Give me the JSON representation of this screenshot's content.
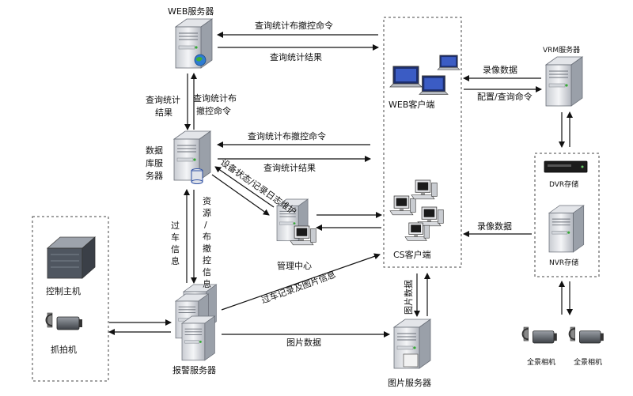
{
  "nodes": {
    "web_server": "WEB服务器",
    "db_server": [
      "数据",
      "库服",
      "务器"
    ],
    "mgmt_center": "管理中心",
    "web_client": "WEB客户端",
    "cs_client": "CS客户端",
    "vrm_server": "VRM服务器",
    "dvr_storage": "DVR存储",
    "nvr_storage": "NVR存储",
    "control_host": "控制主机",
    "capture_machine": "抓拍机",
    "alarm_server": "报警服务器",
    "picture_server": "图片服务器",
    "panorama_camera_1": "全景相机",
    "panorama_camera_2": "全景相机"
  },
  "edges": {
    "web_cmd": "查询统计布撤控命令",
    "web_result": "查询统计结果",
    "web_db_left": [
      "查询统计",
      "结果"
    ],
    "web_db_right": [
      "查询统计布",
      "撤控命令"
    ],
    "db_cmd": "查询统计布撤控命令",
    "db_result": "查询统计结果",
    "db_mgmt": "设备状态/记录日志维护",
    "db_alarm_left": [
      "过",
      "车",
      "信",
      "息"
    ],
    "db_alarm_right": [
      "资",
      "源",
      "/",
      "布",
      "撤",
      "控",
      "信",
      "息"
    ],
    "alarm_cs": "过车记录及图片信息",
    "alarm_pic": "图片数据",
    "pic_cs": "图片数据",
    "vrm_record": "录像数据",
    "vrm_config": "配置/查询命令",
    "nvr_record": "录像数据"
  }
}
